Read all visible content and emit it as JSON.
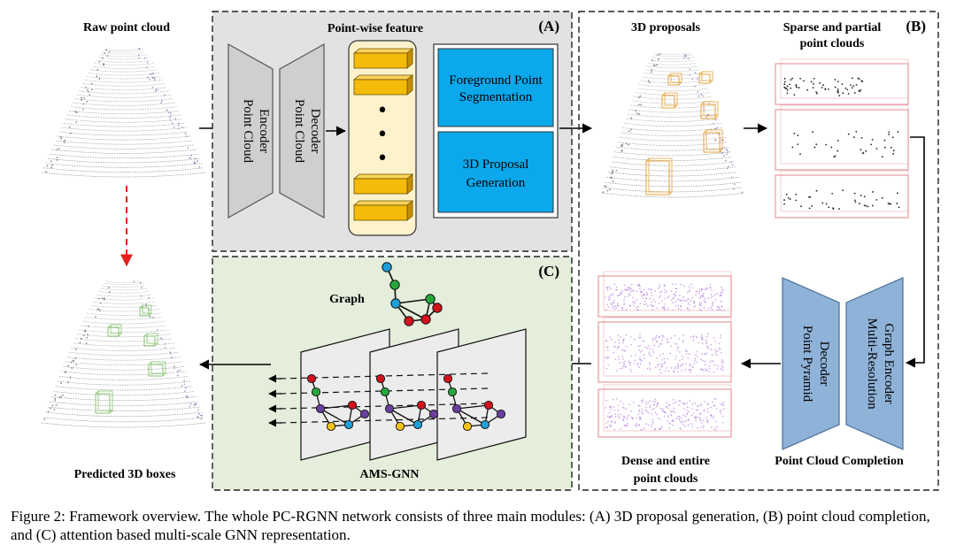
{
  "labels": {
    "raw_point_cloud": "Raw point cloud",
    "predicted_boxes": "Predicted 3D boxes",
    "point_wise_feature": "Point-wise feature",
    "module_a": "(A)",
    "module_b": "(B)",
    "module_c": "(C)",
    "proposals_3d": "3D proposals",
    "sparse_line1": "Sparse and partial",
    "sparse_line2": "point clouds",
    "dense_line1": "Dense and entire",
    "dense_line2": "point clouds",
    "point_cloud_completion": "Point Cloud Completion",
    "graph": "Graph",
    "ams_gnn": "AMS-GNN"
  },
  "blocks": {
    "encoder_line1": "Point Cloud",
    "encoder_line2": "Encoder",
    "decoder_line1": "Point Cloud",
    "decoder_line2": "Decoder",
    "fg_seg_line1": "Foreground Point",
    "fg_seg_line2": "Segmentation",
    "proposal_gen_line1": "3D Proposal",
    "proposal_gen_line2": "Generation",
    "mrg_line1": "Multi-Resolution",
    "mrg_line2": "Graph Encoder",
    "ppd_line1": "Point Pyramid",
    "ppd_line2": "Decoder"
  },
  "feature_dots": "•",
  "caption": "Figure 2: Framework overview. The whole PC-RGNN network consists of three main modules: (A) 3D proposal generation, (B) point cloud completion, and (C) attention based multi-scale GNN representation.",
  "colors": {
    "panel_a": "#e2e2e2",
    "panel_c": "#e4eedb",
    "feature_panel": "#fdf2cc",
    "feature_bar": "#f5bb0a",
    "proposal_block": "#0ba8eb",
    "trapezoid_gray": "#cfcfcf",
    "trapezoid_blue": "#8fb2d8",
    "red_arrow": "#e32119",
    "node_red": "#d4121d",
    "node_green": "#27a63c",
    "node_blue": "#1d9fd8",
    "node_yellow": "#f6c218",
    "node_purple": "#6a3fa1",
    "box_orange": "#e8a23a",
    "box_green": "#86c46f",
    "box_pink": "#e07a82",
    "cloud_purple": "#9b4fd6"
  }
}
